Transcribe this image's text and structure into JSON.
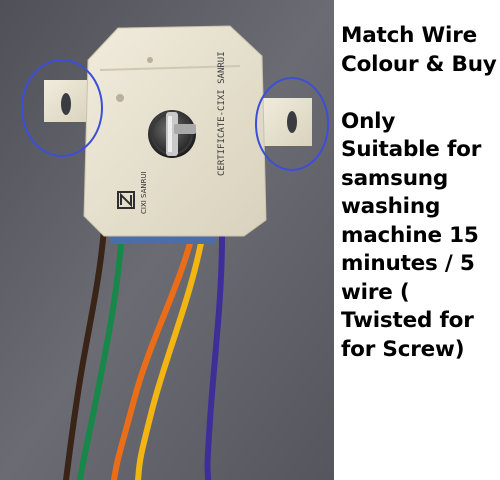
{
  "caption": {
    "heading": [
      "Match Wire",
      "Colour & Buy"
    ],
    "body": [
      "Only",
      "Suitable for",
      "samsung",
      "washing",
      "machine 15",
      "minutes /  5",
      "wire (",
      "Twisted for",
      "for Screw)"
    ]
  },
  "timer_label": {
    "line1": "CERTIFICATE-CIXI SANRUI",
    "line2": "CIXI SANRUI"
  },
  "colors": {
    "background": "#5e5f66",
    "timer_body": "#e9e4d2",
    "highlight_circle": "#3d4ed8",
    "text": "#000000",
    "wires": [
      "#3a2417",
      "#18874a",
      "#ec6d17",
      "#f3b511",
      "#3f2e9a"
    ]
  },
  "icons": [
    "knob-shaft-icon",
    "sanrui-logo-icon"
  ]
}
